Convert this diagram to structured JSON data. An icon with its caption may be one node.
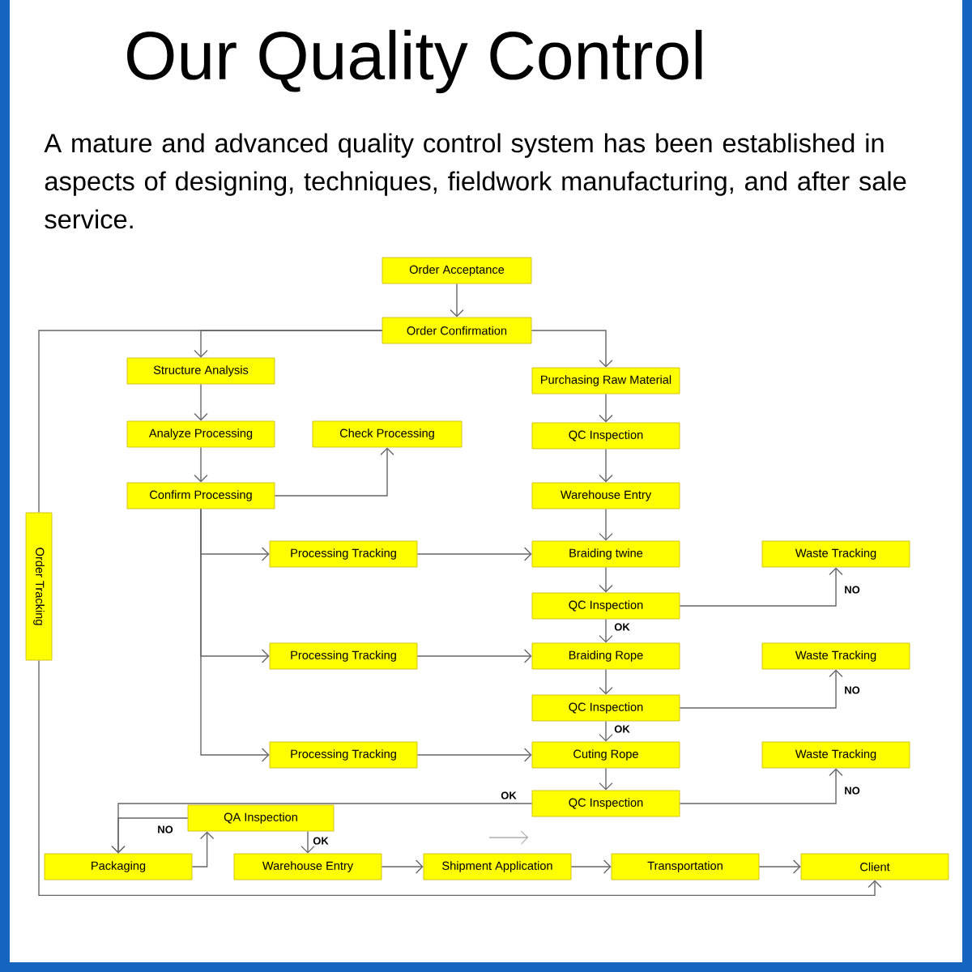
{
  "diagram": {
    "title": "Our Quality Control",
    "nodes": [
      {
        "text": [
          "Order Acceptance"
        ]
      },
      {
        "text": [
          "Order Confirmation"
        ]
      },
      {
        "text": [
          "Structure Analysis"
        ]
      },
      {
        "text": [
          "Analyze Processing"
        ]
      },
      {
        "text": [
          "Check Processing"
        ]
      },
      {
        "text": [
          "Confirm Processing"
        ]
      },
      {
        "text": [
          "Purchasing Raw Material"
        ]
      },
      {
        "text": [
          "QC Inspection"
        ]
      },
      {
        "text": [
          "Warehouse Entry"
        ]
      },
      {
        "text": [
          "Order Tracking"
        ]
      },
      {
        "text": [
          "Processing Tracking"
        ]
      },
      {
        "text": [
          "Braiding twine"
        ]
      },
      {
        "text": [
          "Waste Tracking"
        ]
      },
      {
        "text": [
          "QC Inspection"
        ]
      },
      {
        "text": [
          "Processing Tracking"
        ]
      },
      {
        "text": [
          "Braiding Rope"
        ]
      },
      {
        "text": [
          "Waste Tracking"
        ]
      },
      {
        "text": [
          "QC Inspection"
        ]
      },
      {
        "text": [
          "Processing Tracking"
        ]
      },
      {
        "text": [
          "Cuting  Rope"
        ]
      },
      {
        "text": [
          "Waste Tracking"
        ]
      },
      {
        "text": [
          "QC Inspection"
        ]
      },
      {
        "text": [
          "QA Inspection"
        ]
      },
      {
        "text": [
          "Packaging"
        ]
      },
      {
        "text": [
          "Warehouse Entry"
        ]
      },
      {
        "text": [
          "Shipment  Application"
        ]
      },
      {
        "text": [
          "Transportation"
        ]
      },
      {
        "text": [
          "Client"
        ]
      }
    ],
    "edges": [
      {
        "from": 0,
        "to": 1,
        "arrow": "to"
      },
      {
        "from": 1,
        "to": 2,
        "arrow": "to"
      },
      {
        "from": 1,
        "to": 9,
        "arrow": "none"
      },
      {
        "from": 9,
        "to": 27,
        "arrow": "to"
      },
      {
        "from": 1,
        "to": 6,
        "arrow": "to"
      },
      {
        "from": 2,
        "to": 3,
        "arrow": "to"
      },
      {
        "from": 3,
        "to": 5,
        "arrow": "to"
      },
      {
        "from": 5,
        "to": 4,
        "arrow": "to"
      },
      {
        "from": 5,
        "to": 10,
        "arrow": "to"
      },
      {
        "from": 5,
        "to": 14,
        "arrow": "to"
      },
      {
        "from": 5,
        "to": 18,
        "arrow": "to"
      },
      {
        "from": 6,
        "to": 7,
        "arrow": "to"
      },
      {
        "from": 7,
        "to": 8,
        "arrow": "to"
      },
      {
        "from": 8,
        "to": 11,
        "arrow": "to"
      },
      {
        "from": 10,
        "to": 11,
        "arrow": "to"
      },
      {
        "from": 14,
        "to": 15,
        "arrow": "to"
      },
      {
        "from": 18,
        "to": 19,
        "arrow": "to"
      },
      {
        "from": 11,
        "to": 13,
        "arrow": "to"
      },
      {
        "from": 13,
        "to": 15,
        "arrow": "to",
        "label": "OK"
      },
      {
        "from": 13,
        "to": 12,
        "arrow": "to",
        "label": "NO"
      },
      {
        "from": 15,
        "to": 17,
        "arrow": "to"
      },
      {
        "from": 17,
        "to": 19,
        "arrow": "to",
        "label": "OK"
      },
      {
        "from": 17,
        "to": 16,
        "arrow": "to",
        "label": "NO"
      },
      {
        "from": 19,
        "to": 21,
        "arrow": "to"
      },
      {
        "from": 21,
        "to": 20,
        "arrow": "to",
        "label": "NO"
      },
      {
        "from": 21,
        "to": 23,
        "arrow": "to",
        "label": "OK"
      },
      {
        "from": 22,
        "to": 23,
        "arrow": "to",
        "label": "NO"
      },
      {
        "from": 23,
        "to": 22,
        "arrow": "to"
      },
      {
        "from": 22,
        "to": 24,
        "arrow": "to",
        "label": "OK"
      },
      {
        "from": 24,
        "to": 25,
        "arrow": "to"
      },
      {
        "from": 25,
        "to": 26,
        "arrow": "to"
      },
      {
        "from": 26,
        "to": 27,
        "arrow": "to"
      }
    ],
    "labels": [
      "A mature and advanced quality control system has been established in aspects of designing, techniques, fieldwork manufacturing, and after sale service."
    ]
  }
}
